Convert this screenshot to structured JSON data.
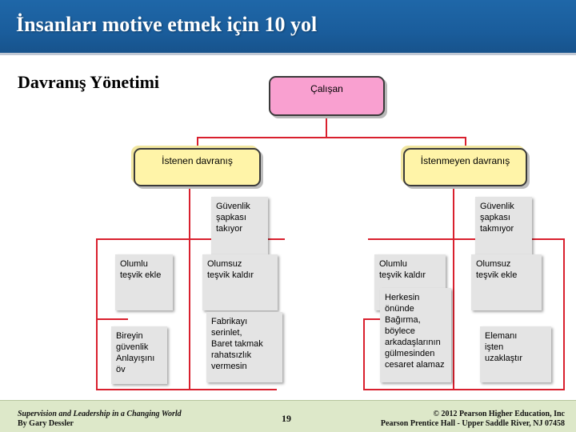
{
  "slide": {
    "title": "İnsanları motive etmek için 10 yol",
    "subtitle": "Davranış Yönetimi"
  },
  "diagram": {
    "root": "Çalışan",
    "left_branch": {
      "label": "İstenen davranış",
      "behavior": "Güvenlik\nşapkası\ntakıyor",
      "consequence_a": "Olumlu\nteşvik ekle",
      "consequence_b": "Olumsuz\nteşvik kaldır",
      "outcome_a": "Bireyin\ngüvenlik\nAnlayışını öv",
      "outcome_b": "Fabrikayı\nserinlet,\nBaret takmak\nrahatsızlık\nvermesin"
    },
    "right_branch": {
      "label": "İstenmeyen davranış",
      "behavior": "Güvenlik\nşapkası\ntakmıyor",
      "consequence_a": "Olumlu\nteşvik kaldır",
      "consequence_b": "Olumsuz\nteşvik ekle",
      "outcome_a": "Herkesin\nönünde\nBağırma,\nböylece\narkadaşlarının\ngülmesinden\ncesaret alamaz",
      "outcome_b": "Elemanı\nişten\nuzaklaştır"
    },
    "line_color": "#d9202e"
  },
  "footer": {
    "book_title": "Supervision and Leadership in a Changing World",
    "author": "By Gary Dessler",
    "page": "19",
    "copyright": "© 2012  Pearson Higher Education, Inc",
    "publisher": "Pearson Prentice Hall - Upper Saddle River, NJ 07458"
  }
}
